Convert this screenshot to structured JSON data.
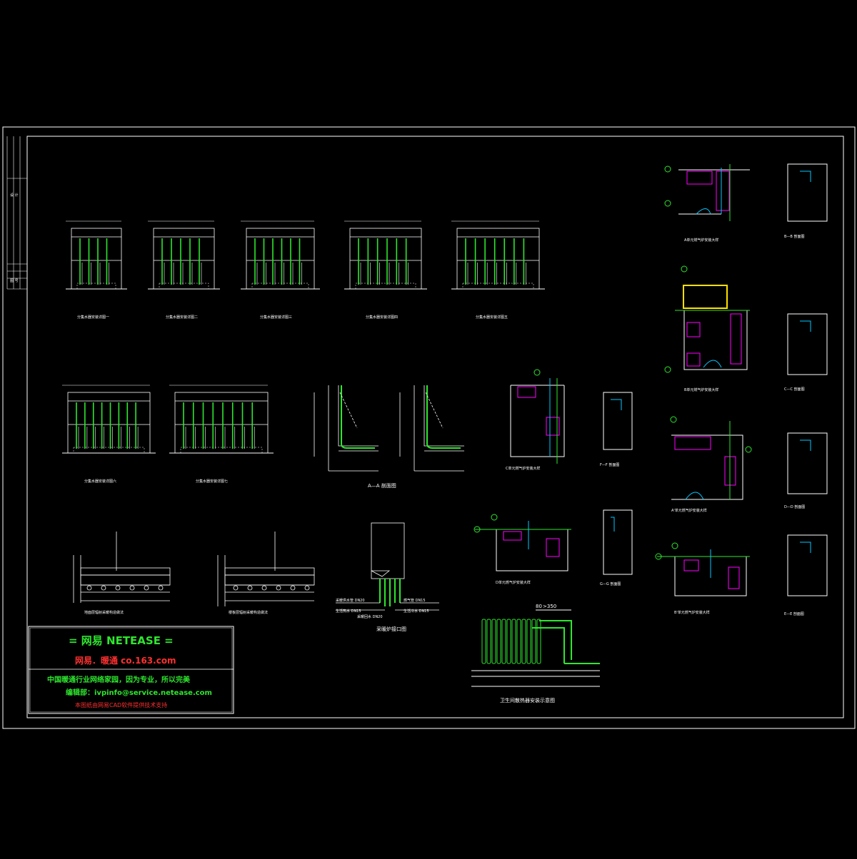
{
  "colors": {
    "background": "#000000",
    "line_white": "#ffffff",
    "pipe_green": "#2ee62e",
    "fixture_magenta": "#ff00ff",
    "pipe_cyan": "#00c8ff",
    "highlight_yellow": "#ffe000",
    "stamp_red": "#ff3030"
  },
  "drawing_sheet": {
    "title_block_side_labels": [
      "设 计",
      "图 号"
    ]
  },
  "manifold_details": [
    {
      "caption": "分集水器安装详图一"
    },
    {
      "caption": "分集水器安装详图二"
    },
    {
      "caption": "分集水器安装详图三"
    },
    {
      "caption": "分集水器安装详图四"
    },
    {
      "caption": "分集水器安装详图五"
    },
    {
      "caption": "分集水器安装详图六"
    },
    {
      "caption": "分集水器安装详图七"
    }
  ],
  "sections": {
    "aa": "A—A 剖面图",
    "bb": "B—B 剖面图",
    "cc": "C—C 剖面图",
    "dd": "D—D 剖面图",
    "ee": "E—E 剖面图",
    "ff": "F—F 剖面图",
    "gg": "G—G 剖面图"
  },
  "unit_plans": {
    "a": "A单元燃气炉安装大样",
    "b": "B单元燃气炉安装大样",
    "c": "C单元燃气炉安装大样",
    "d": "D单元燃气炉安装大样",
    "a_prime": "A'单元燃气炉安装大样",
    "b_prime": "B'单元燃气炉安装大样"
  },
  "floor_details": {
    "left": "地面层辐射采暖构造做法",
    "right": "楼板层辐射采暖构造做法"
  },
  "boiler": {
    "caption": "采暖炉接口图",
    "pipe_labels": [
      "采暖供水管 DN20",
      "生活热水 DN15",
      "燃气管 DN15",
      "生活冷水 DN15",
      "采暖回水 DN20"
    ]
  },
  "radiator": {
    "caption": "卫生间散热器安装示意图",
    "dim_top": ">350",
    "dim_mid": "80"
  },
  "stamp": {
    "title": "= 网易  NETEASE =",
    "sub": "网易．暖通  co.163.com",
    "slogan": "中国暖通行业网络家园，因为专业，所以完美",
    "email": "编辑部：ivpinfo@service.netease.com",
    "note": "本图纸由网易CAD软件提供技术支持"
  }
}
